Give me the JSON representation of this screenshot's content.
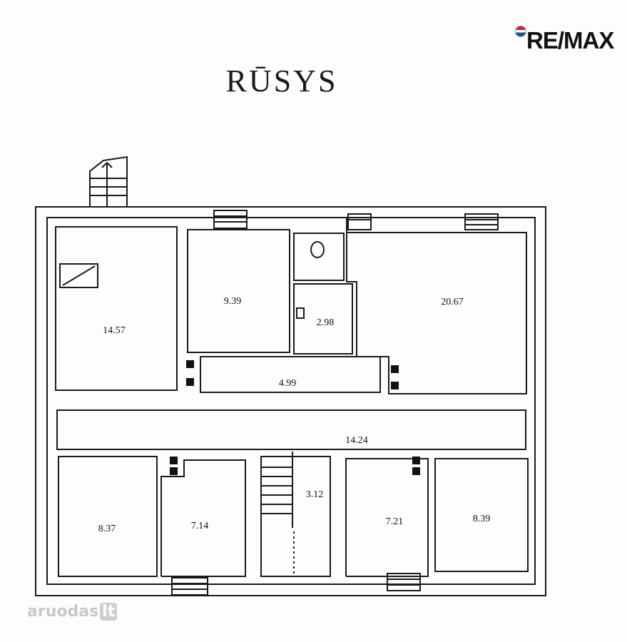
{
  "title": "RŪSYS",
  "logo": {
    "text": "RE/MAX",
    "brand_colors": [
      "#e31937",
      "#1a4fa0"
    ]
  },
  "watermark": {
    "text": "aruodas",
    "badge": "lt"
  },
  "rooms": [
    {
      "id": "room-a",
      "area": "14.57"
    },
    {
      "id": "room-b",
      "area": "9.39"
    },
    {
      "id": "room-c",
      "area": "2.98"
    },
    {
      "id": "room-d",
      "area": "20.67"
    },
    {
      "id": "room-e",
      "area": "4.99"
    },
    {
      "id": "corridor",
      "area": "14.24"
    },
    {
      "id": "room-f",
      "area": "8.37"
    },
    {
      "id": "room-g",
      "area": "7.14"
    },
    {
      "id": "room-h",
      "area": "3.12"
    },
    {
      "id": "room-i",
      "area": "7.21"
    },
    {
      "id": "room-j",
      "area": "8.39"
    }
  ]
}
